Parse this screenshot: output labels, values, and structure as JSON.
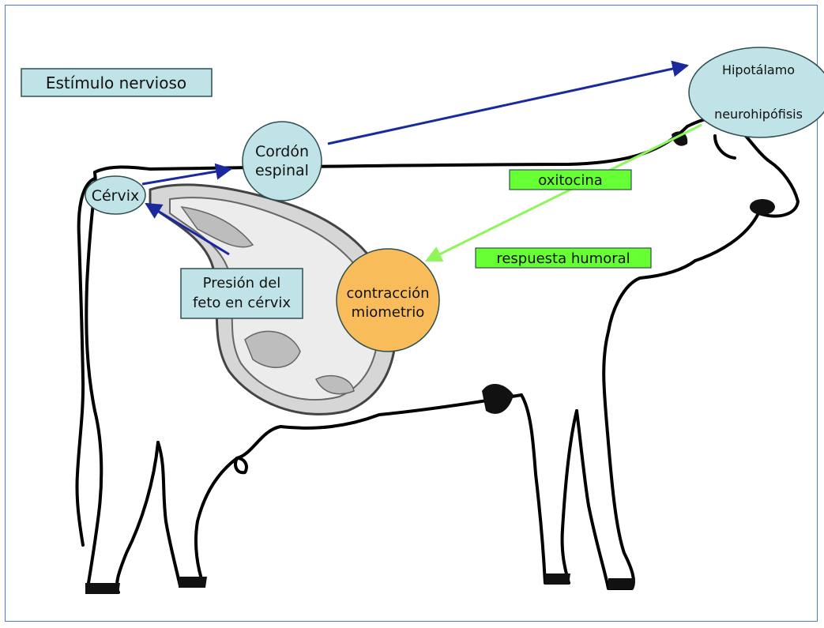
{
  "labels": {
    "stimulus": "Estímulo nervioso",
    "cervix": "Cérvix",
    "spinal_cord_line1": "Cordón",
    "spinal_cord_line2": "espinal",
    "hypothalamus": "Hipotálamo",
    "neurohypophysis": "neurohipófisis",
    "oxytocin": "oxitocina",
    "humoral_response": "respuesta humoral",
    "fetal_pressure_line1": "Presión del",
    "fetal_pressure_line2": "feto en cérvix",
    "contraction_line1": "contracción",
    "contraction_line2": "miometrio"
  },
  "colors": {
    "node_fill": "#bfe3e6",
    "node_stroke": "#2f4f4f",
    "green_box": "#66ff33",
    "orange_node": "#f8bd5a",
    "neural_arrow": "#1a2a9e",
    "humoral_arrow": "#8ef55a",
    "frame": "#4a7fc1"
  }
}
